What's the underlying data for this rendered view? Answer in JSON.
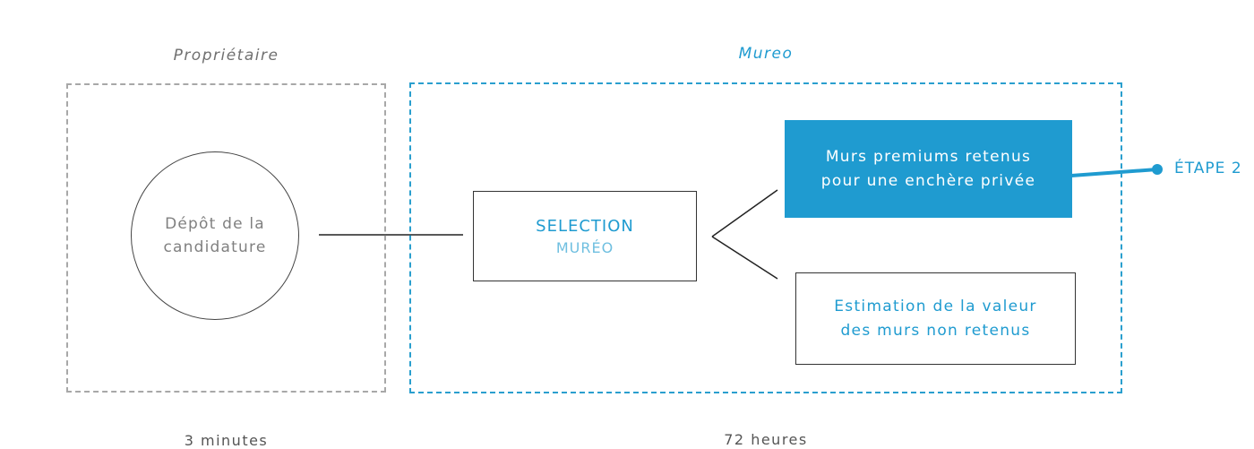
{
  "sections": {
    "owner": {
      "label": "Propriétaire",
      "duration": "3 minutes"
    },
    "mureo": {
      "label": "Mureo",
      "duration": "72 heures"
    }
  },
  "nodes": {
    "submission": {
      "line1": "Dépôt de la",
      "line2": "candidature"
    },
    "selection": {
      "line1": "SELECTION",
      "line2": "MURÉO"
    },
    "premium": {
      "line1": "Murs premiums retenus",
      "line2": "pour une enchère privée"
    },
    "estimation": {
      "line1": "Estimation de la valeur",
      "line2": "des murs non retenus"
    }
  },
  "step": {
    "label": "ÉTAPE 2"
  },
  "colors": {
    "accent": "#1f9bd0",
    "owner_dash": "#a8a8a8",
    "mureo_dash": "#2a9fce",
    "dark_line": "#222222"
  }
}
